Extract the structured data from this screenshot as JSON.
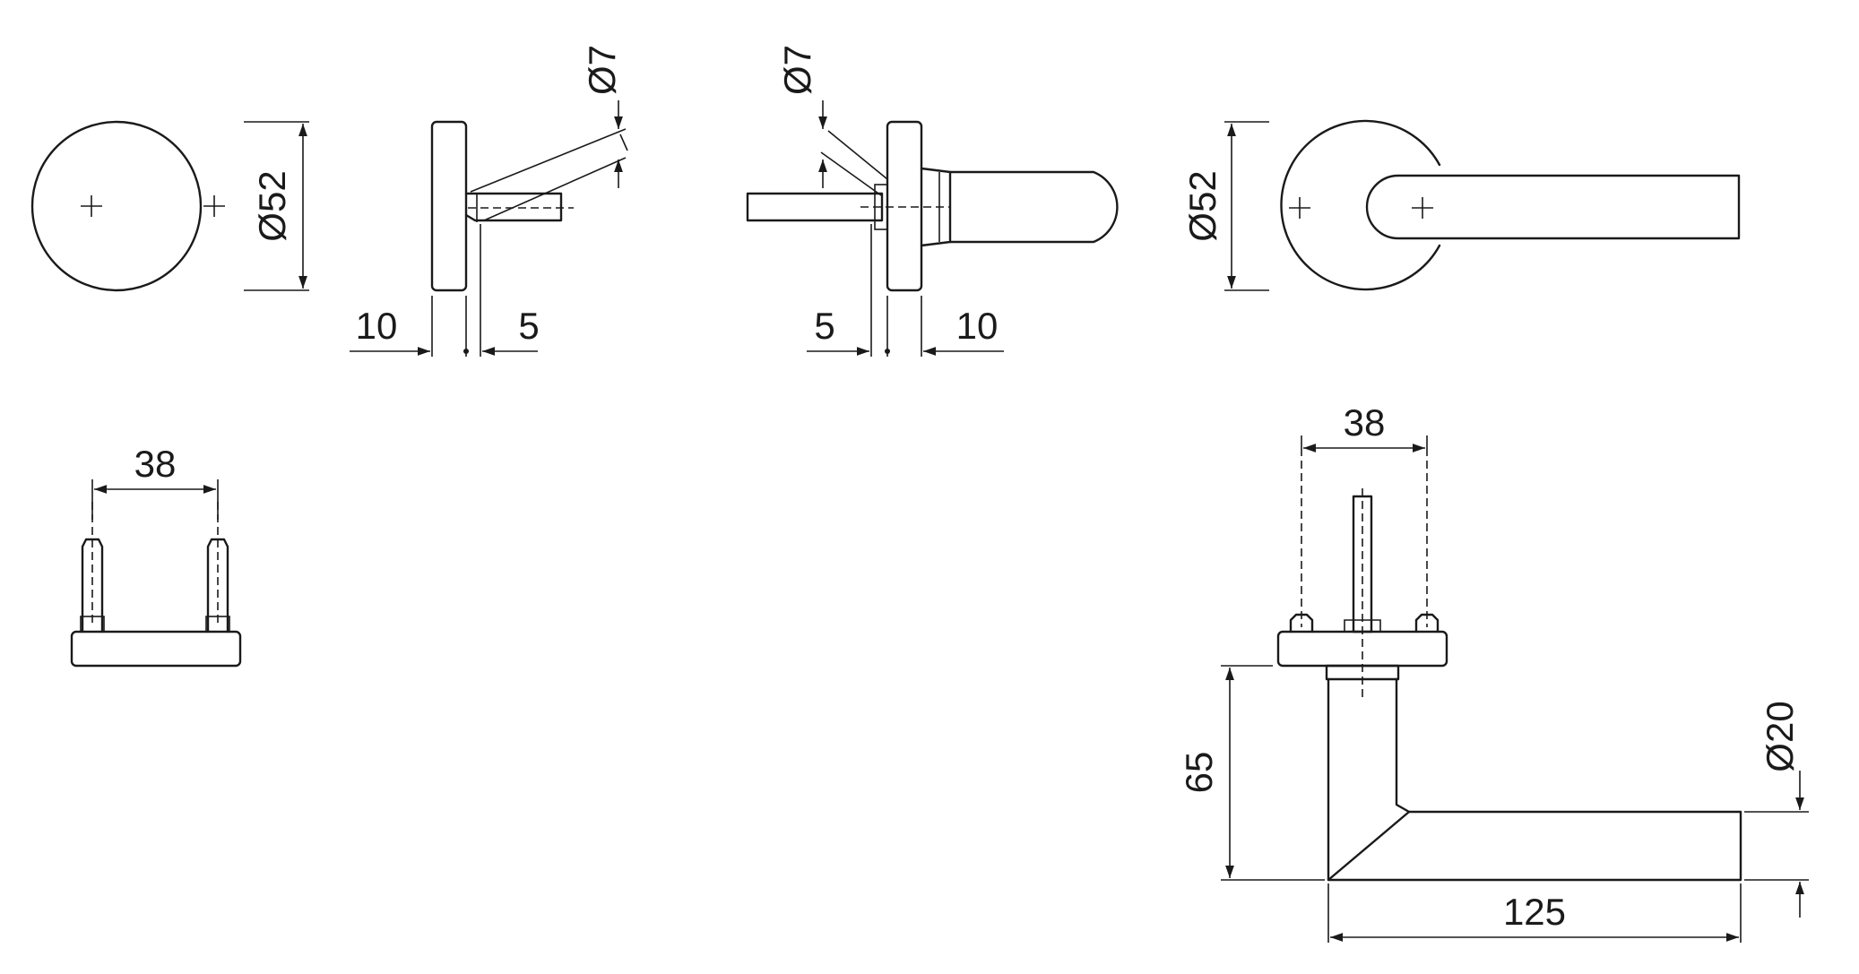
{
  "colors": {
    "line": "#1a1a1a",
    "background": "#ffffff"
  },
  "dimensions": {
    "rose_diameter_front": "Ø52",
    "rose_diameter_lever": "Ø52",
    "spindle_diameter_left": "Ø7",
    "spindle_diameter_right": "Ø7",
    "rose_thickness_left": "10",
    "screw_offset_left": "5",
    "screw_offset_right": "5",
    "rose_thickness_right": "10",
    "screw_spacing_rose": "38",
    "screw_spacing_lever": "38",
    "lever_height": "65",
    "lever_diameter": "Ø20",
    "lever_length": "125"
  }
}
